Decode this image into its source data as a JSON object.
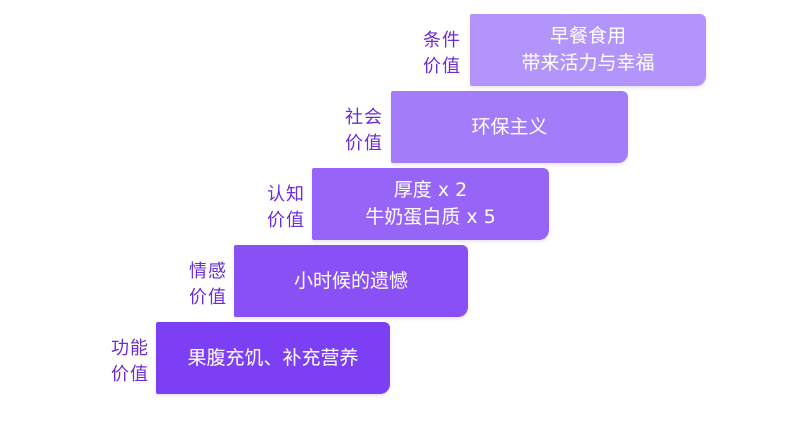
{
  "diagram": {
    "steps": [
      {
        "label_lines": [
          "功能",
          "价值"
        ],
        "content_lines": [
          "果腹充饥、补充营养"
        ],
        "color": "#7d3ff4"
      },
      {
        "label_lines": [
          "情感",
          "价值"
        ],
        "content_lines": [
          "小时候的遗憾"
        ],
        "color": "#8950f6"
      },
      {
        "label_lines": [
          "认知",
          "价值"
        ],
        "content_lines": [
          "厚度 x 2",
          "牛奶蛋白质 x 5"
        ],
        "color": "#9665f8"
      },
      {
        "label_lines": [
          "社会",
          "价值"
        ],
        "content_lines": [
          "环保主义"
        ],
        "color": "#a37cf9"
      },
      {
        "label_lines": [
          "条件",
          "价值"
        ],
        "content_lines": [
          "早餐食用",
          "带来活力与幸福"
        ],
        "color": "#b394fb"
      }
    ]
  }
}
